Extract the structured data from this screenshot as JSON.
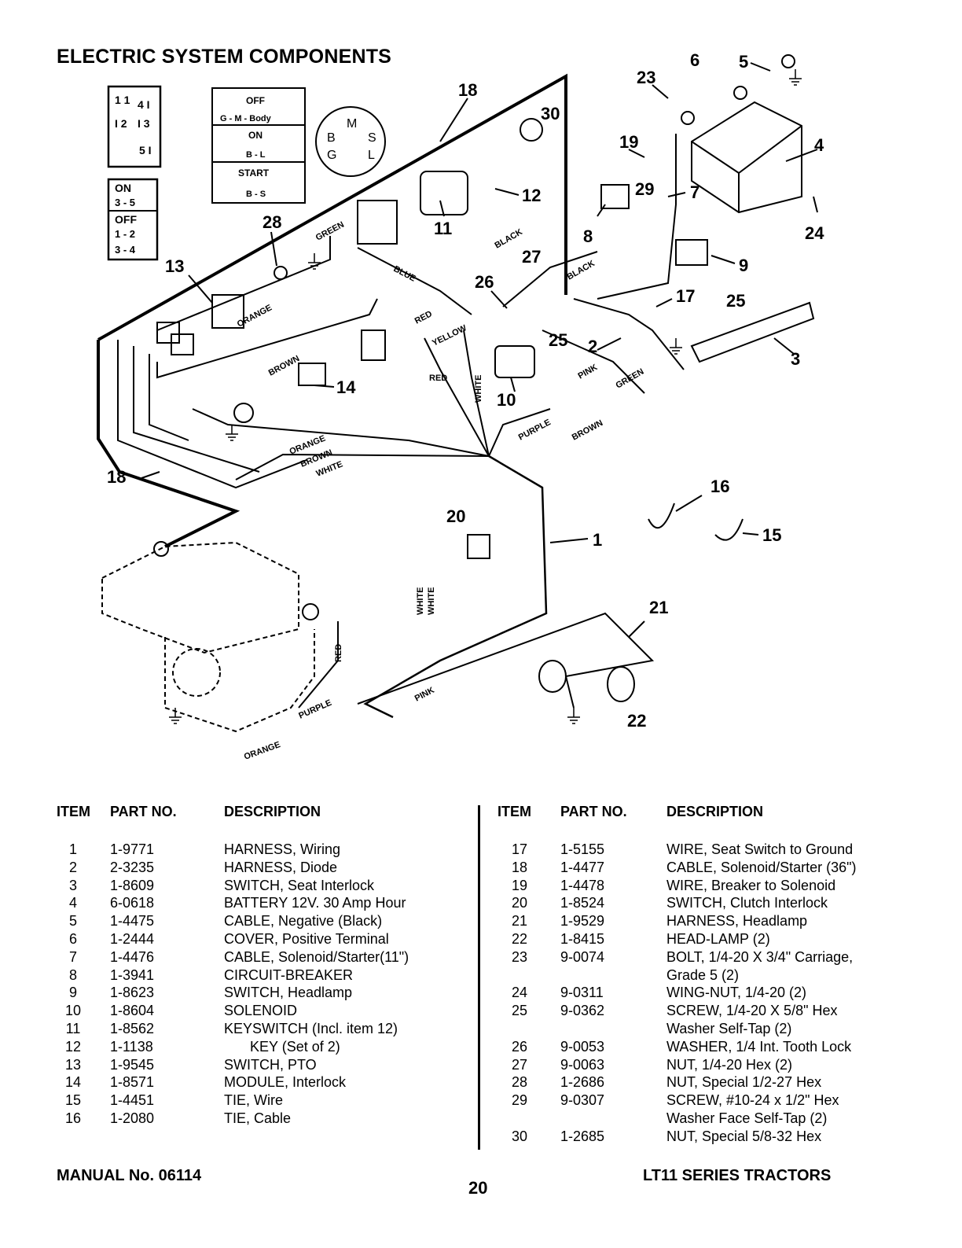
{
  "page": {
    "title": "ELECTRIC SYSTEM COMPONENTS",
    "manual": "MANUAL No. 06114",
    "page_number": "20",
    "series": "LT11 SERIES TRACTORS"
  },
  "diagram": {
    "legend_terminals": [
      "1 1",
      "4 I",
      "I 2",
      "I 3",
      "5 I"
    ],
    "pto_states": [
      "ON",
      "3 - 5",
      "OFF",
      "1 - 2",
      "3 - 4"
    ],
    "key_states": [
      "OFF",
      "G - M - Body",
      "ON",
      "B - L",
      "START",
      "B - S"
    ],
    "key_terminals": [
      "M",
      "B",
      "S",
      "G",
      "L"
    ],
    "callouts": [
      "1",
      "2",
      "3",
      "4",
      "5",
      "6",
      "7",
      "8",
      "9",
      "10",
      "11",
      "12",
      "13",
      "14",
      "15",
      "16",
      "17",
      "18",
      "18",
      "19",
      "20",
      "21",
      "22",
      "23",
      "24",
      "25",
      "25",
      "26",
      "27",
      "28",
      "29",
      "30"
    ],
    "wire_labels": [
      "GREEN",
      "BLUE",
      "RED",
      "YELLOW",
      "BLACK",
      "BLACK",
      "ORANGE",
      "BROWN",
      "RED",
      "WHITE",
      "PINK",
      "GREEN",
      "PURPLE",
      "BROWN",
      "ORANGE",
      "BROWN",
      "WHITE",
      "WHITE",
      "WHITE",
      "RED",
      "PURPLE",
      "PINK",
      "ORANGE"
    ]
  },
  "table": {
    "headers": {
      "item": "ITEM",
      "part": "PART NO.",
      "desc": "DESCRIPTION"
    },
    "left": [
      {
        "item": "1",
        "part": "1-9771",
        "desc": "HARNESS, Wiring"
      },
      {
        "item": "2",
        "part": "2-3235",
        "desc": "HARNESS, Diode"
      },
      {
        "item": "3",
        "part": "1-8609",
        "desc": "SWITCH, Seat Interlock"
      },
      {
        "item": "4",
        "part": "6-0618",
        "desc": "BATTERY 12V. 30 Amp Hour"
      },
      {
        "item": "5",
        "part": "1-4475",
        "desc": "CABLE, Negative (Black)"
      },
      {
        "item": "6",
        "part": "1-2444",
        "desc": "COVER, Positive Terminal"
      },
      {
        "item": "7",
        "part": "1-4476",
        "desc": "CABLE, Solenoid/Starter(11\")"
      },
      {
        "item": "8",
        "part": "1-3941",
        "desc": "CIRCUIT-BREAKER"
      },
      {
        "item": "9",
        "part": "1-8623",
        "desc": "SWITCH, Headlamp"
      },
      {
        "item": "10",
        "part": "1-8604",
        "desc": "SOLENOID"
      },
      {
        "item": "11",
        "part": "1-8562",
        "desc": "KEYSWITCH (Incl. item 12)"
      },
      {
        "item": "12",
        "part": "1-1138",
        "desc": "KEY (Set of 2)"
      },
      {
        "item": "13",
        "part": "1-9545",
        "desc": "SWITCH, PTO"
      },
      {
        "item": "14",
        "part": "1-8571",
        "desc": "MODULE, Interlock"
      },
      {
        "item": "15",
        "part": "1-4451",
        "desc": "TIE, Wire"
      },
      {
        "item": "16",
        "part": "1-2080",
        "desc": "TIE, Cable"
      }
    ],
    "right": [
      {
        "item": "17",
        "part": "1-5155",
        "desc": "WIRE, Seat Switch to Ground"
      },
      {
        "item": "18",
        "part": "1-4477",
        "desc": "CABLE, Solenoid/Starter (36\")"
      },
      {
        "item": "19",
        "part": "1-4478",
        "desc": "WIRE, Breaker to Solenoid"
      },
      {
        "item": "20",
        "part": "1-8524",
        "desc": "SWITCH, Clutch Interlock"
      },
      {
        "item": "21",
        "part": "1-9529",
        "desc": "HARNESS, Headlamp"
      },
      {
        "item": "22",
        "part": "1-8415",
        "desc": "HEAD-LAMP (2)"
      },
      {
        "item": "23",
        "part": "9-0074",
        "desc": "BOLT, 1/4-20 X 3/4\" Carriage,"
      },
      {
        "item": "",
        "part": "",
        "desc": "Grade 5 (2)"
      },
      {
        "item": "24",
        "part": "9-0311",
        "desc": "WING-NUT, 1/4-20 (2)"
      },
      {
        "item": "25",
        "part": "9-0362",
        "desc": "SCREW, 1/4-20 X 5/8\" Hex"
      },
      {
        "item": "",
        "part": "",
        "desc": "Washer Self-Tap (2)"
      },
      {
        "item": "26",
        "part": "9-0053",
        "desc": "WASHER, 1/4 Int. Tooth Lock"
      },
      {
        "item": "27",
        "part": "9-0063",
        "desc": "NUT, 1/4-20 Hex (2)"
      },
      {
        "item": "28",
        "part": "1-2686",
        "desc": "NUT, Special 1/2-27 Hex"
      },
      {
        "item": "29",
        "part": "9-0307",
        "desc": "SCREW, #10-24 x 1/2\" Hex"
      },
      {
        "item": "",
        "part": "",
        "desc": "Washer Face Self-Tap (2)"
      },
      {
        "item": "30",
        "part": "1-2685",
        "desc": "NUT, Special 5/8-32 Hex"
      }
    ]
  }
}
